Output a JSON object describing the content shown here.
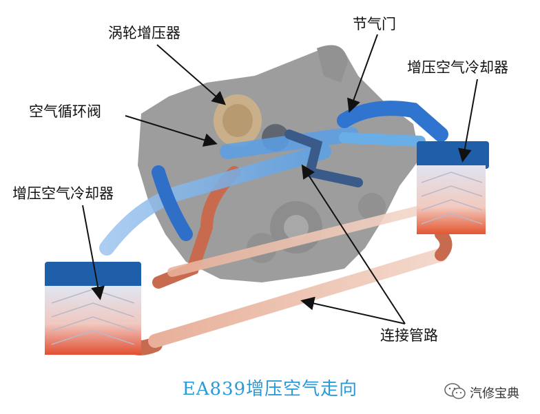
{
  "labels": {
    "turbocharger": "涡轮增压器",
    "throttle": "节气门",
    "intercooler_right": "增压空气冷却器",
    "air_recirc_valve": "空气循环阀",
    "intercooler_left": "增压空气冷却器",
    "connecting_pipes": "连接管路"
  },
  "caption": "EA839增压空气走向",
  "watermark": {
    "text": "汽修宝典",
    "icon": "wechat-icon"
  },
  "colors": {
    "cool_air": "#2f7fd6",
    "hot_air": "#d9664a",
    "caption": "#2a9ad8",
    "engine": "#8a8a8a"
  }
}
